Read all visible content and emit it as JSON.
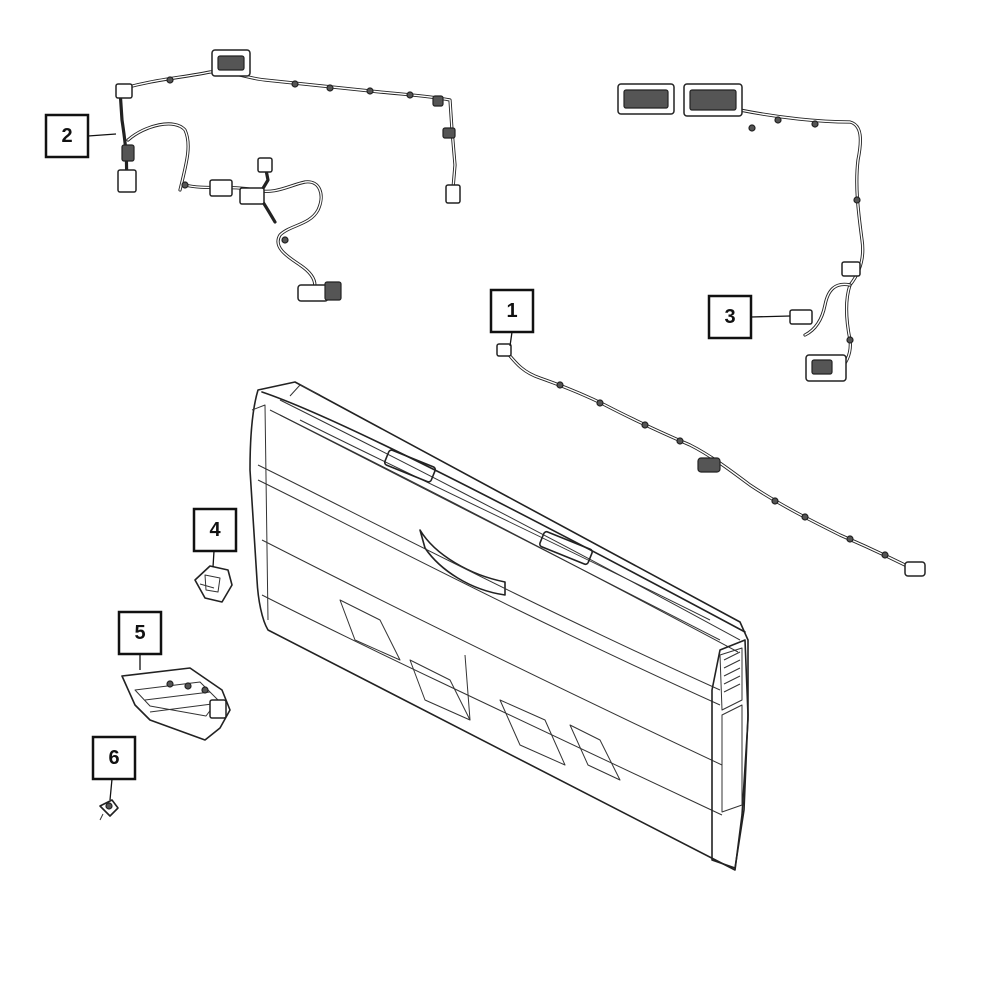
{
  "callouts": {
    "c1": "1",
    "c2": "2",
    "c3": "3",
    "c4": "4",
    "c5": "5",
    "c6": "6"
  },
  "colors": {
    "line": "#222222",
    "background": "#ffffff"
  }
}
